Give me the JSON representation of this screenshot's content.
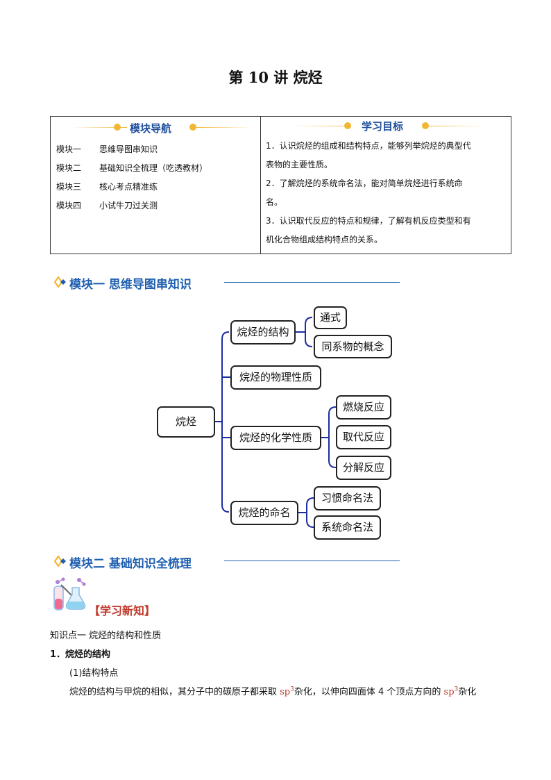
{
  "title": "第 10 讲  烷烃",
  "nav": {
    "heading": "模块导航",
    "items": [
      {
        "key": "模块一",
        "text": "思维导图串知识"
      },
      {
        "key": "模块二",
        "text": "基础知识全梳理（吃透教材）"
      },
      {
        "key": "模块三",
        "text": "核心考点精准练"
      },
      {
        "key": "模块四",
        "text": "小试牛刀过关测"
      }
    ]
  },
  "goals": {
    "heading": "学习目标",
    "lines": [
      "1．认识烷烃的组成和结构特点，能够列举烷烃的典型代",
      "表物的主要性质。",
      "2．了解烷烃的系统命名法，能对简单烷烃进行系统命",
      "名。",
      "3．认识取代反应的特点和规律，了解有机反应类型和有",
      "机化合物组成结构特点的关系。"
    ]
  },
  "section1": "模块一  思维导图串知识",
  "section2": "模块二  基础知识全梳理",
  "mindmap": {
    "root": "烷烃",
    "b1": "烷烃的结构",
    "b1c1": "通式",
    "b1c2": "同系物的概念",
    "b2": "烷烃的物理性质",
    "b3": "烷烃的化学性质",
    "b3c1": "燃烧反应",
    "b3c2": "取代反应",
    "b3c3": "分解反应",
    "b4": "烷烃的命名",
    "b4c1": "习惯命名法",
    "b4c2": "系统命名法"
  },
  "learn_label": "【学习新知】",
  "kp1": "知识点一  烷烃的结构和性质",
  "h1": "1．烷烃的结构",
  "h2": "(1)结构特点",
  "para": {
    "a": "烷烃的结构与甲烷的相似，其分子中的碳原子都采取 ",
    "sp": "sp",
    "sup": "3",
    "b": "杂化，以伸向四面体 4 个顶点方向的 ",
    "c": "杂化"
  },
  "colors": {
    "accent": "#1f5fb0",
    "dot": "#f2b632",
    "line": "#1a2e9e",
    "red": "#c0392b"
  }
}
